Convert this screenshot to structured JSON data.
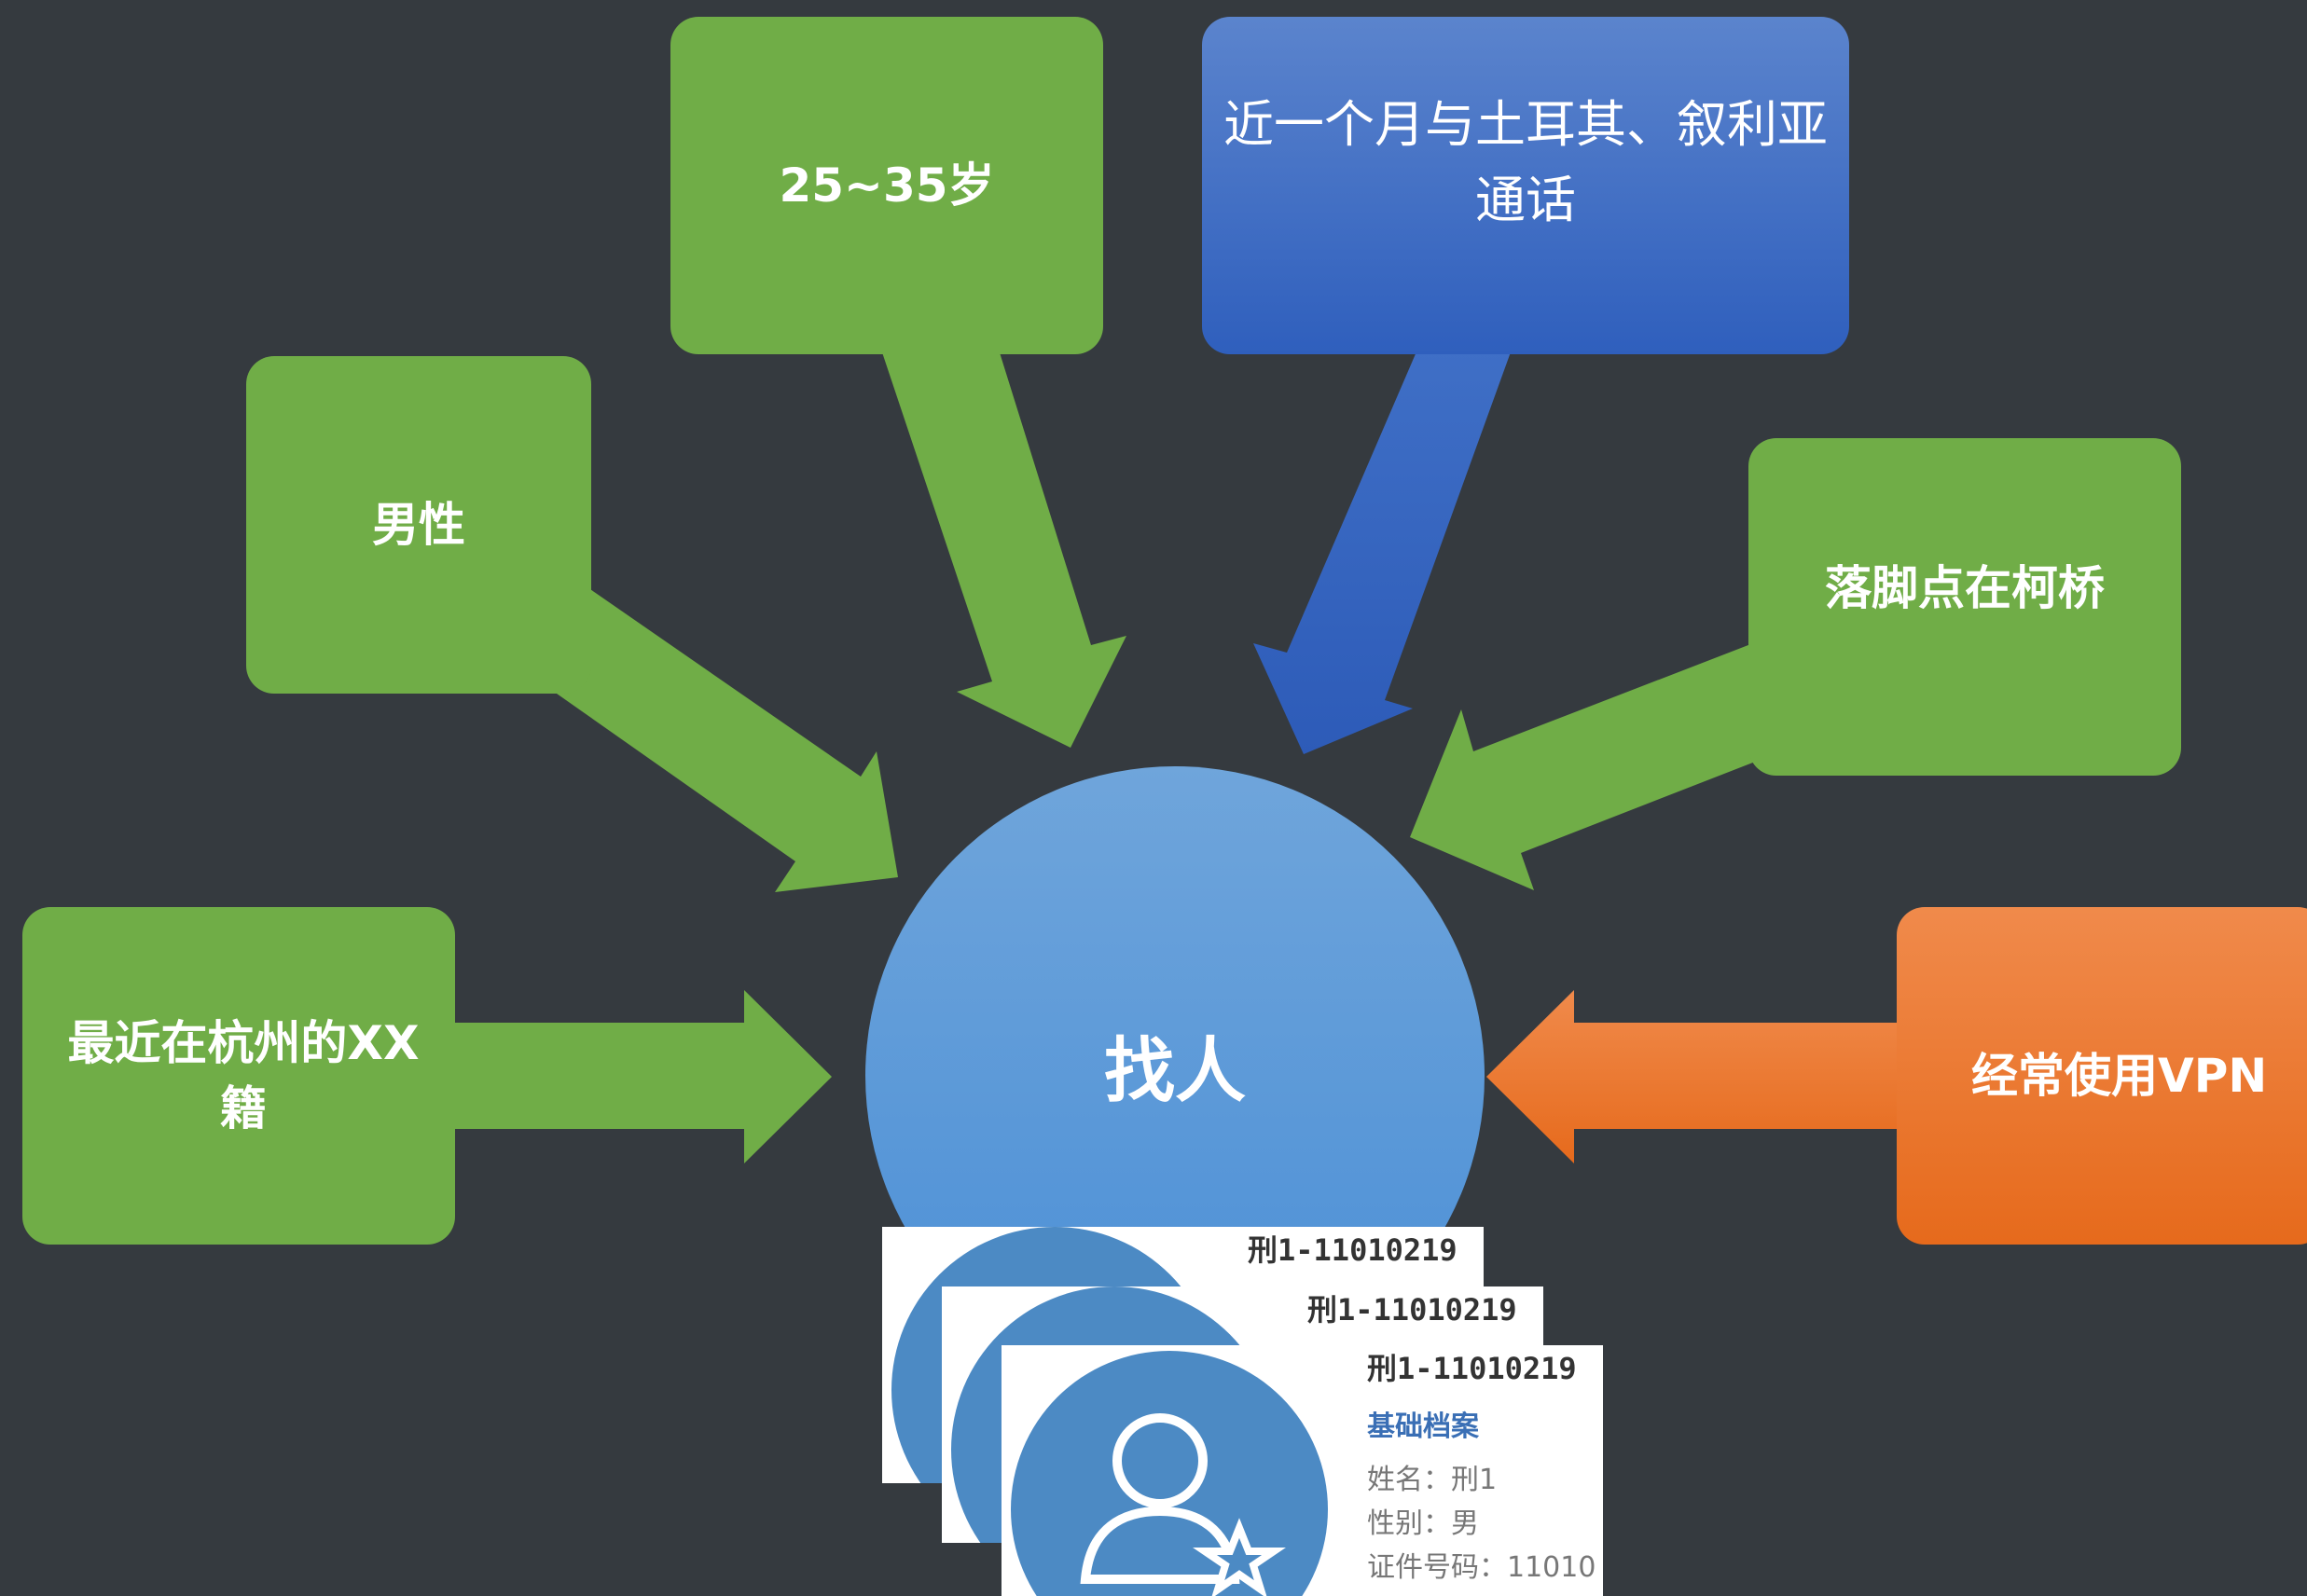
{
  "center": {
    "label": "找人"
  },
  "nodes": [
    {
      "id": "age",
      "label": "25~35岁",
      "color": "#70ad47"
    },
    {
      "id": "gender",
      "label": "男性",
      "color": "#70ad47"
    },
    {
      "id": "calls",
      "label": "近一个月与土耳其、叙利亚通话",
      "color": "#3f6fc6"
    },
    {
      "id": "landing",
      "label": "落脚点在柯桥",
      "color": "#70ad47"
    },
    {
      "id": "origin",
      "label": "最近在杭州的XX籍",
      "color": "#70ad47"
    },
    {
      "id": "vpn",
      "label": "经常使用VPN",
      "color": "#ed7626"
    }
  ],
  "profile_cards": [
    {
      "id_text": "刑1-11010219"
    },
    {
      "id_text": "刑1-11010219"
    },
    {
      "id_text": "刑1-11010219"
    }
  ],
  "profile_detail": {
    "section": "基础档案",
    "name_label": "姓名：",
    "name_value": "刑1",
    "gender_label": "性别：",
    "gender_value": "男",
    "id_label": "证件号码：",
    "id_value": "11010"
  },
  "colors": {
    "background": "#353a3f",
    "green": "#70ad47",
    "blue": "#3f6fc6",
    "orange": "#ed7626",
    "circle": "#5b9bd5"
  }
}
